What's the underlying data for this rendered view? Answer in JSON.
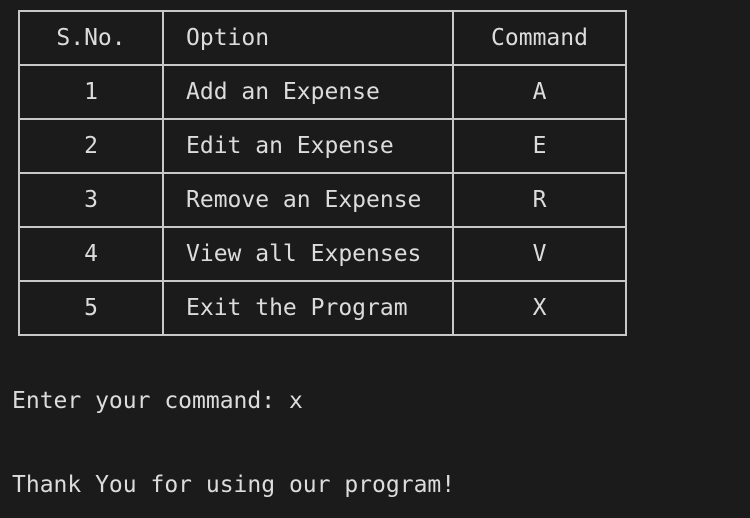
{
  "table": {
    "headers": [
      "S.No.",
      "Option",
      "Command"
    ],
    "rows": [
      {
        "sno": "1",
        "option": "Add an Expense",
        "command": "A"
      },
      {
        "sno": "2",
        "option": "Edit an Expense",
        "command": "E"
      },
      {
        "sno": "3",
        "option": "Remove an Expense",
        "command": "R"
      },
      {
        "sno": "4",
        "option": "View all Expenses",
        "command": "V"
      },
      {
        "sno": "5",
        "option": "Exit the Program",
        "command": "X"
      }
    ]
  },
  "terminal": {
    "prompt": "Enter your command: ",
    "input": "x",
    "message": "Thank You for using our program!"
  },
  "colors": {
    "background": "#1b1b1b",
    "text": "#dcdcdc",
    "border": "#c8c8c8"
  }
}
